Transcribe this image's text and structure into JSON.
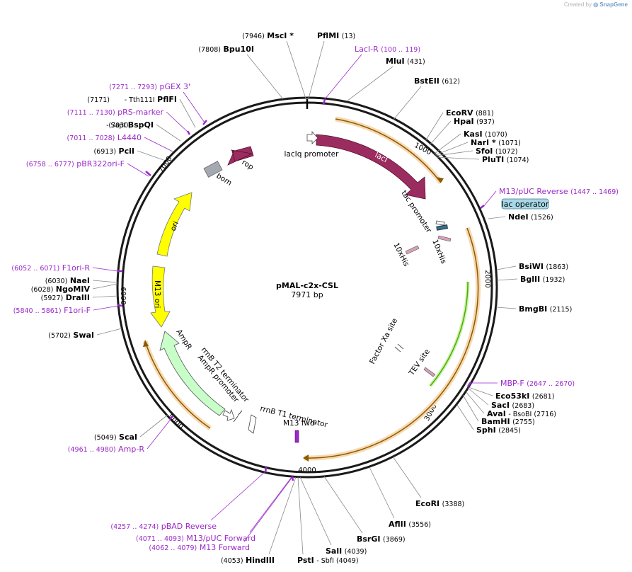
{
  "credit": {
    "prefix": "Created by",
    "brand": "SnapGene"
  },
  "plasmid": {
    "name": "pMAL-c2x-CSL",
    "size_label": "7971 bp",
    "length": 7971
  },
  "ticks": [
    "1000",
    "2000",
    "3000",
    "4000",
    "5000",
    "6000",
    "7000"
  ],
  "features": [
    {
      "label": "lacIq promoter"
    },
    {
      "label": "lacI"
    },
    {
      "label": "tac promoter"
    },
    {
      "label": "10xHis"
    },
    {
      "label": "10xHis"
    },
    {
      "label": "rop"
    },
    {
      "label": "bom"
    },
    {
      "label": "ori"
    },
    {
      "label": "M13 ori"
    },
    {
      "label": "AmpR"
    },
    {
      "label": "AmpR promoter"
    },
    {
      "label": "rrnB T2 terminator"
    },
    {
      "label": "rrnB T1 terminator"
    },
    {
      "label": "M13 fwd"
    },
    {
      "label": "Factor Xa site"
    },
    {
      "label": "TEV site"
    },
    {
      "label": "lac operator"
    }
  ],
  "sites": [
    {
      "name": "PflMI",
      "pos": "(13)"
    },
    {
      "name": "MscI *",
      "pos": "(7946)"
    },
    {
      "name": "Bpu10I",
      "pos": "(7808)"
    },
    {
      "name": "LacI-R",
      "pos": "(100 .. 119)"
    },
    {
      "name": "MluI",
      "pos": "(431)"
    },
    {
      "name": "BstEII",
      "pos": "(612)"
    },
    {
      "name": "EcoRV",
      "pos": "(881)"
    },
    {
      "name": "HpaI",
      "pos": "(937)"
    },
    {
      "name": "KasI",
      "pos": "(1070)"
    },
    {
      "name": "NarI *",
      "pos": "(1071)"
    },
    {
      "name": "SfoI",
      "pos": "(1072)"
    },
    {
      "name": "PluTI",
      "pos": "(1074)"
    },
    {
      "name": "M13/pUC Reverse",
      "pos": "(1447 .. 1469)"
    },
    {
      "name": "NdeI",
      "pos": "(1526)"
    },
    {
      "name": "BsiWI",
      "pos": "(1863)"
    },
    {
      "name": "BglII",
      "pos": "(1932)"
    },
    {
      "name": "BmgBI",
      "pos": "(2115)"
    },
    {
      "name": "MBP-F",
      "pos": "(2647 .. 2670)"
    },
    {
      "name": "Eco53kI",
      "pos": "(2681)"
    },
    {
      "name": "SacI",
      "pos": "(2683)"
    },
    {
      "name": "AvaI",
      "pos": "- BsoBI  (2716)"
    },
    {
      "name": "BamHI",
      "pos": "(2755)"
    },
    {
      "name": "SphI",
      "pos": "(2845)"
    },
    {
      "name": "EcoRI",
      "pos": "(3388)"
    },
    {
      "name": "AflII",
      "pos": "(3556)"
    },
    {
      "name": "BsrGI",
      "pos": "(3869)"
    },
    {
      "name": "SalI",
      "pos": "(4039)"
    },
    {
      "name": "PstI",
      "pos": "- SbfI  (4049)"
    },
    {
      "name": "HindIII",
      "pos": "(4053)"
    },
    {
      "name": "M13 Forward",
      "pos": "(4062 .. 4079)"
    },
    {
      "name": "M13/pUC Forward",
      "pos": "(4071 .. 4093)"
    },
    {
      "name": "pBAD Reverse",
      "pos": "(4257 .. 4274)"
    },
    {
      "name": "Amp-R",
      "pos": "(4961 .. 4980)"
    },
    {
      "name": "ScaI",
      "pos": "(5049)"
    },
    {
      "name": "SwaI",
      "pos": "(5702)"
    },
    {
      "name": "F1ori-F",
      "pos": "(5840 .. 5861)"
    },
    {
      "name": "DraIII",
      "pos": "(5927)"
    },
    {
      "name": "NgoMIV",
      "pos": "(6028)"
    },
    {
      "name": "NaeI",
      "pos": "(6030)"
    },
    {
      "name": "F1ori-R",
      "pos": "(6052 .. 6071)"
    },
    {
      "name": "pBR322ori-F",
      "pos": "(6758 .. 6777)"
    },
    {
      "name": "PciI",
      "pos": "(6913)"
    },
    {
      "name": "L4440",
      "pos": "(7011 .. 7028)"
    },
    {
      "name": "BspQI",
      "pos": "- SapI"
    },
    {
      "name": "pRS-marker",
      "pos": "(7111 .. 7130)"
    },
    {
      "name": "PflFI",
      "pos": "- Tth111I"
    },
    {
      "name": "pGEX 3'",
      "pos": "(7271 .. 7293)"
    }
  ],
  "site_pos_extra": {
    "bspqi": "(7030)",
    "pflfi": "(7171)"
  },
  "colors": {
    "lacI": "#9b2c5f",
    "ori": "#ffff00",
    "amp": "#c8ffc8",
    "orf": "#f5c78a",
    "orf_dark": "#8a5a00",
    "green_orf": "#4caf00",
    "primer": "#9a28c8",
    "his": "#d8a0b8",
    "bom": "#a4a8b0",
    "lac_operator": "#a8d8e8"
  }
}
